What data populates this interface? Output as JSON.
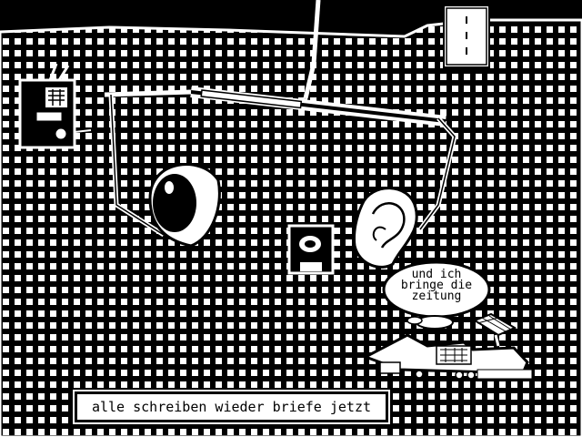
{
  "scene": {
    "speech_bubble": {
      "lines": [
        "und ich",
        "bringe die",
        "zeitung"
      ]
    },
    "caption": "alle schreiben wieder briefe jetzt"
  },
  "colors": {
    "background": "#000000",
    "foreground": "#ffffff"
  },
  "icons": [
    "eye-icon",
    "ear-icon",
    "radio-icon",
    "camera-icon",
    "tower-icon",
    "train-icon",
    "solar-panel-icon"
  ]
}
